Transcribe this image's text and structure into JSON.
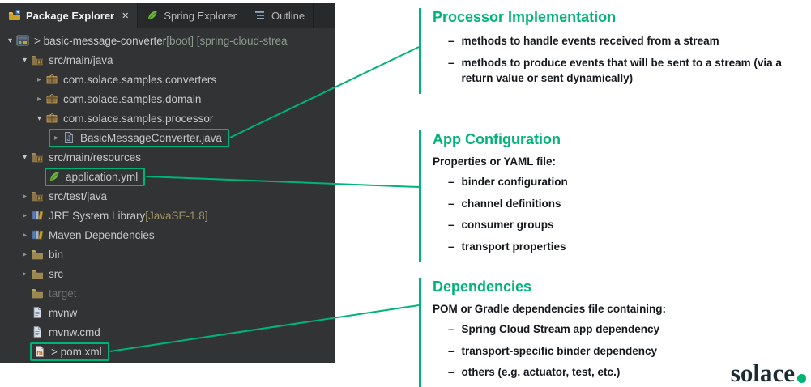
{
  "colors": {
    "accent": "#00b478",
    "panel_bg": "#313335",
    "tab_bar_bg": "#27292b",
    "tree_text": "#c8c8c8",
    "decoration_text": "#8e9a8e",
    "version_text": "#a3905f",
    "dim_text": "#707070",
    "body_text": "#15181d",
    "logo_text_color": "#1c2b33",
    "spring_green": "#6DB33F"
  },
  "glyphs": {
    "close": "✕",
    "bullet_dash": "–",
    "collapsed_arrow": "▸",
    "expanded_arrow": "▾"
  },
  "panel": {
    "tabs": [
      {
        "label": "Package Explorer",
        "icon": "package-explorer-icon",
        "active": true,
        "closable": true
      },
      {
        "label": "Spring Explorer",
        "icon": "spring-explorer-icon",
        "active": false,
        "closable": false
      },
      {
        "label": "Outline",
        "icon": "outline-icon",
        "active": false,
        "closable": false
      }
    ],
    "tree": [
      {
        "level": 0,
        "arrow": "expanded",
        "icon": "project-icon",
        "label": "> basic-message-converter",
        "suffix": " [boot] [spring-cloud-strea",
        "suffix_style": "decoration"
      },
      {
        "level": 1,
        "arrow": "expanded",
        "icon": "java-src-folder-icon",
        "label": "src/main/java"
      },
      {
        "level": 2,
        "arrow": "collapsed",
        "icon": "package-icon",
        "label": "com.solace.samples.converters"
      },
      {
        "level": 2,
        "arrow": "collapsed",
        "icon": "package-icon",
        "label": "com.solace.samples.domain"
      },
      {
        "level": 2,
        "arrow": "expanded",
        "icon": "package-icon",
        "label": "com.solace.samples.processor"
      },
      {
        "level": 3,
        "arrow": "collapsed",
        "icon": "java-class-icon",
        "label": "BasicMessageConverter.java",
        "highlighted": true
      },
      {
        "level": 1,
        "arrow": "expanded",
        "icon": "java-src-folder-icon",
        "label": "src/main/resources"
      },
      {
        "level": 2,
        "arrow": "none",
        "icon": "spring-config-icon",
        "label": "application.yml",
        "highlighted": true
      },
      {
        "level": 1,
        "arrow": "collapsed",
        "icon": "java-src-folder-icon",
        "label": "src/test/java"
      },
      {
        "level": 1,
        "arrow": "collapsed",
        "icon": "library-icon",
        "label": "JRE System Library",
        "suffix": " [JavaSE-1.8]",
        "suffix_style": "version"
      },
      {
        "level": 1,
        "arrow": "collapsed",
        "icon": "library-icon",
        "label": "Maven Dependencies"
      },
      {
        "level": 1,
        "arrow": "collapsed",
        "icon": "folder-icon",
        "label": "bin"
      },
      {
        "level": 1,
        "arrow": "collapsed",
        "icon": "folder-icon",
        "label": "src"
      },
      {
        "level": 1,
        "arrow": "none",
        "icon": "folder-icon",
        "label": "target",
        "dim": true
      },
      {
        "level": 1,
        "arrow": "none",
        "icon": "file-icon",
        "label": "mvnw"
      },
      {
        "level": 1,
        "arrow": "none",
        "icon": "file-icon",
        "label": "mvnw.cmd"
      },
      {
        "level": 1,
        "arrow": "none",
        "icon": "maven-pom-icon",
        "label": "> pom.xml",
        "highlighted": true
      }
    ]
  },
  "annotations": [
    {
      "title": "Processor Implementation",
      "intro": "",
      "bullets": [
        "methods to handle events received from a stream",
        "methods to produce events that will be sent to a stream (via a return value or sent dynamically)"
      ]
    },
    {
      "title": "App Configuration",
      "intro": "Properties or YAML file:",
      "bullets": [
        "binder configuration",
        "channel definitions",
        "consumer groups",
        "transport properties"
      ]
    },
    {
      "title": "Dependencies",
      "intro": "POM or Gradle dependencies file containing:",
      "bullets": [
        "Spring Cloud Stream app dependency",
        "transport-specific binder dependency",
        "others (e.g. actuator, test, etc.)"
      ]
    }
  ],
  "logo": {
    "text": "solace"
  }
}
